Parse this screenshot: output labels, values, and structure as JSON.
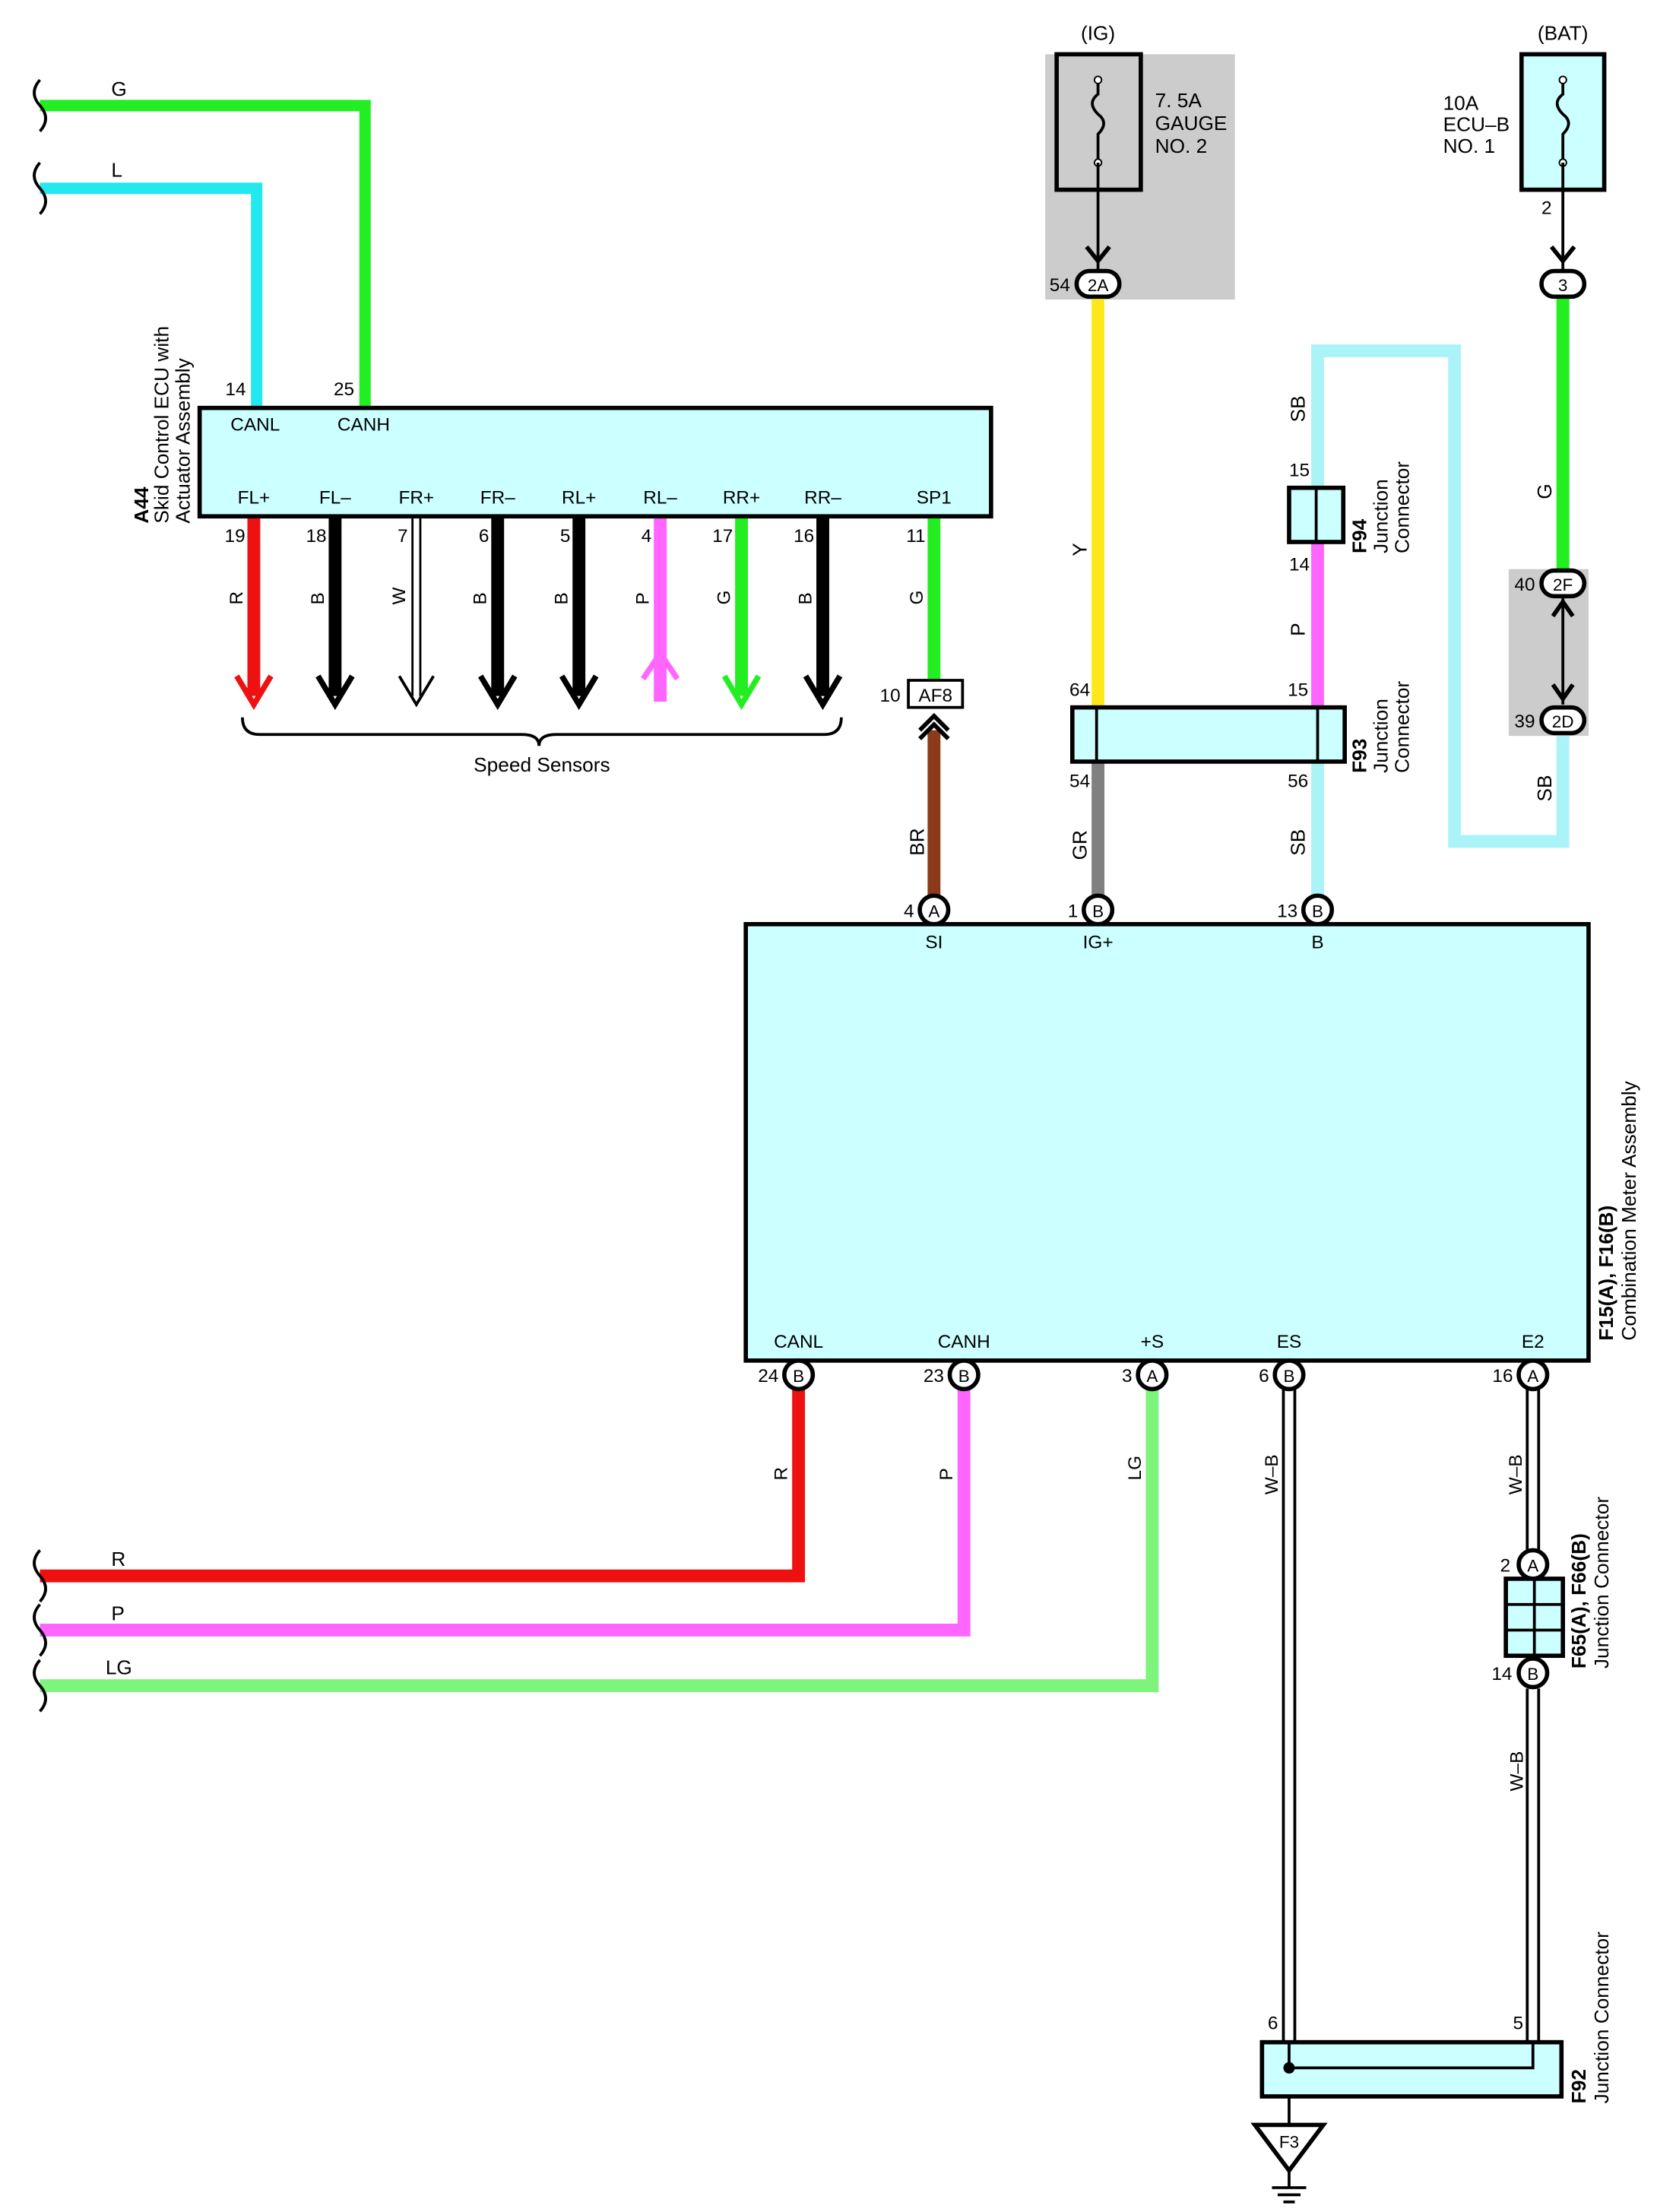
{
  "sources": {
    "ig": "(IG)",
    "bat": "(BAT)",
    "fuse_gauge": [
      "7. 5A",
      "GAUGE",
      "NO. 2"
    ],
    "fuse_ecub": [
      "10A",
      "ECU–B",
      "NO. 1"
    ],
    "fuse_ecub_pin": "2"
  },
  "skid_ecu": {
    "code": "A44",
    "name1": "Skid Control ECU with",
    "name2": "Actuator Assembly",
    "top_pins": [
      {
        "num": "14",
        "name": "CANL"
      },
      {
        "num": "25",
        "name": "CANH"
      }
    ],
    "bottom_pins": [
      {
        "num": "19",
        "name": "FL+",
        "wire": "R"
      },
      {
        "num": "18",
        "name": "FL–",
        "wire": "B"
      },
      {
        "num": "7",
        "name": "FR+",
        "wire": "W"
      },
      {
        "num": "6",
        "name": "FR–",
        "wire": "B"
      },
      {
        "num": "5",
        "name": "RL+",
        "wire": "B"
      },
      {
        "num": "4",
        "name": "RL–",
        "wire": "P"
      },
      {
        "num": "17",
        "name": "RR+",
        "wire": "G"
      },
      {
        "num": "16",
        "name": "RR–",
        "wire": "B"
      },
      {
        "num": "11",
        "name": "SP1",
        "wire": "G"
      }
    ],
    "speed_sensors": "Speed Sensors"
  },
  "left_wires_top": [
    {
      "label": "G"
    },
    {
      "label": "L"
    }
  ],
  "left_wires_bottom": [
    {
      "label": "R"
    },
    {
      "label": "P"
    },
    {
      "label": "LG"
    }
  ],
  "af8": {
    "label": "AF8",
    "pin": "10",
    "wire": "BR"
  },
  "f94": {
    "code": "F94",
    "name1": "Junction",
    "name2": "Connector",
    "pin_top": "15",
    "pin_bottom": "14"
  },
  "f93": {
    "code": "F93",
    "name1": "Junction",
    "name2": "Connector",
    "pins": [
      "64",
      "15",
      "54",
      "56"
    ]
  },
  "wires": {
    "y": "Y",
    "sb_upper": "SB",
    "p": "P",
    "gr": "GR",
    "sb_lower": "SB",
    "g_bat": "G",
    "sb_right": "SB"
  },
  "connectors": {
    "c2a": {
      "label": "2A",
      "pin": "54"
    },
    "c3": {
      "label": "3"
    },
    "c2f": {
      "label": "2F",
      "pin": "40"
    },
    "c2d": {
      "label": "2D",
      "pin": "39"
    }
  },
  "meter": {
    "code": "F15(A), F16(B)",
    "name": "Combination Meter Assembly",
    "top_pins": [
      {
        "num": "4",
        "conn": "A",
        "name": "SI"
      },
      {
        "num": "1",
        "conn": "B",
        "name": "IG+"
      },
      {
        "num": "13",
        "conn": "B",
        "name": "B"
      }
    ],
    "bottom_pins": [
      {
        "num": "24",
        "conn": "B",
        "name": "CANL",
        "wire": "R"
      },
      {
        "num": "23",
        "conn": "B",
        "name": "CANH",
        "wire": "P"
      },
      {
        "num": "3",
        "conn": "A",
        "name": "+S",
        "wire": "LG"
      },
      {
        "num": "6",
        "conn": "B",
        "name": "ES",
        "wire": "W–B"
      },
      {
        "num": "16",
        "conn": "A",
        "name": "E2",
        "wire": "W–B"
      }
    ]
  },
  "f65": {
    "code": "F65(A), F66(B)",
    "name": "Junction Connector",
    "pin_top": "2",
    "conn_top": "A",
    "pin_bottom": "14",
    "conn_bottom": "B",
    "wire_below": "W–B"
  },
  "f92": {
    "code": "F92",
    "name": "Junction Connector",
    "pin_left": "6",
    "pin_right": "5"
  },
  "ground": {
    "label": "F3"
  },
  "colors": {
    "panel": "#ccffff",
    "fuse_bg": "#cccccc",
    "green": "#22ee22",
    "cyan": "#22e8f0",
    "yellow": "#ffe81a",
    "pink": "#ff66ff",
    "red": "#ee1111",
    "brown": "#8b3a1a",
    "gray": "#808080",
    "lightblue": "#aaf4f8",
    "lightgreen": "#7df57d"
  }
}
